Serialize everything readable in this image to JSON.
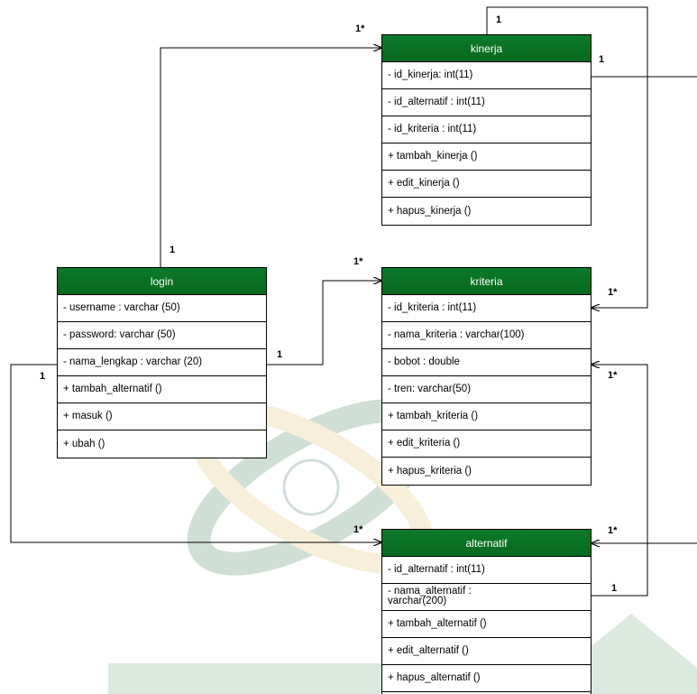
{
  "colors": {
    "header": "#0c7a2b",
    "line": "#000000",
    "watermark_green": "#5b8f6a",
    "watermark_yellow": "#e6c97a"
  },
  "classes": {
    "kinerja": {
      "title": "kinerja",
      "rows": [
        "- id_kinerja: int(11)",
        "- id_alternatif : int(11)",
        "- id_kriteria : int(11)",
        "+ tambah_kinerja ()",
        "+ edit_kinerja ()",
        "+ hapus_kinerja ()"
      ]
    },
    "login": {
      "title": "login",
      "rows": [
        "- username : varchar (50)",
        "- password: varchar (50)",
        "- nama_lengkap : varchar (20)",
        "+ tambah_alternatif ()",
        "+ masuk ()",
        "+ ubah ()"
      ]
    },
    "kriteria": {
      "title": "kriteria",
      "rows": [
        "- id_kriteria : int(11)",
        "- nama_kriteria : varchar(100)",
        "- bobot : double",
        "- tren: varchar(50)",
        "+ tambah_kriteria ()",
        "+ edit_kriteria ()",
        "+ hapus_kriteria ()"
      ]
    },
    "alternatif": {
      "title": "alternatif",
      "rows": [
        "- id_alternatif : int(11)",
        "- nama_alternatif :\nvarchar(200)",
        "+ tambah_alternatif ()",
        "+ edit_alternatif ()",
        "+ hapus_alternatif ()"
      ]
    }
  },
  "multiplicities": {
    "kinerja_self_top": "1",
    "kinerja_self_right": "1",
    "kinerja_from_login": "1*",
    "login_to_kinerja": "1",
    "kriteria_from_login": "1*",
    "login_to_kriteria": "1",
    "login_to_alternatif": "1",
    "kriteria_from_kinerja": "1*",
    "kriteria_from_alternatif": "1*",
    "alternatif_from_login": "1*",
    "alternatif_from_right": "1*",
    "alternatif_to_kriteria": "1"
  }
}
